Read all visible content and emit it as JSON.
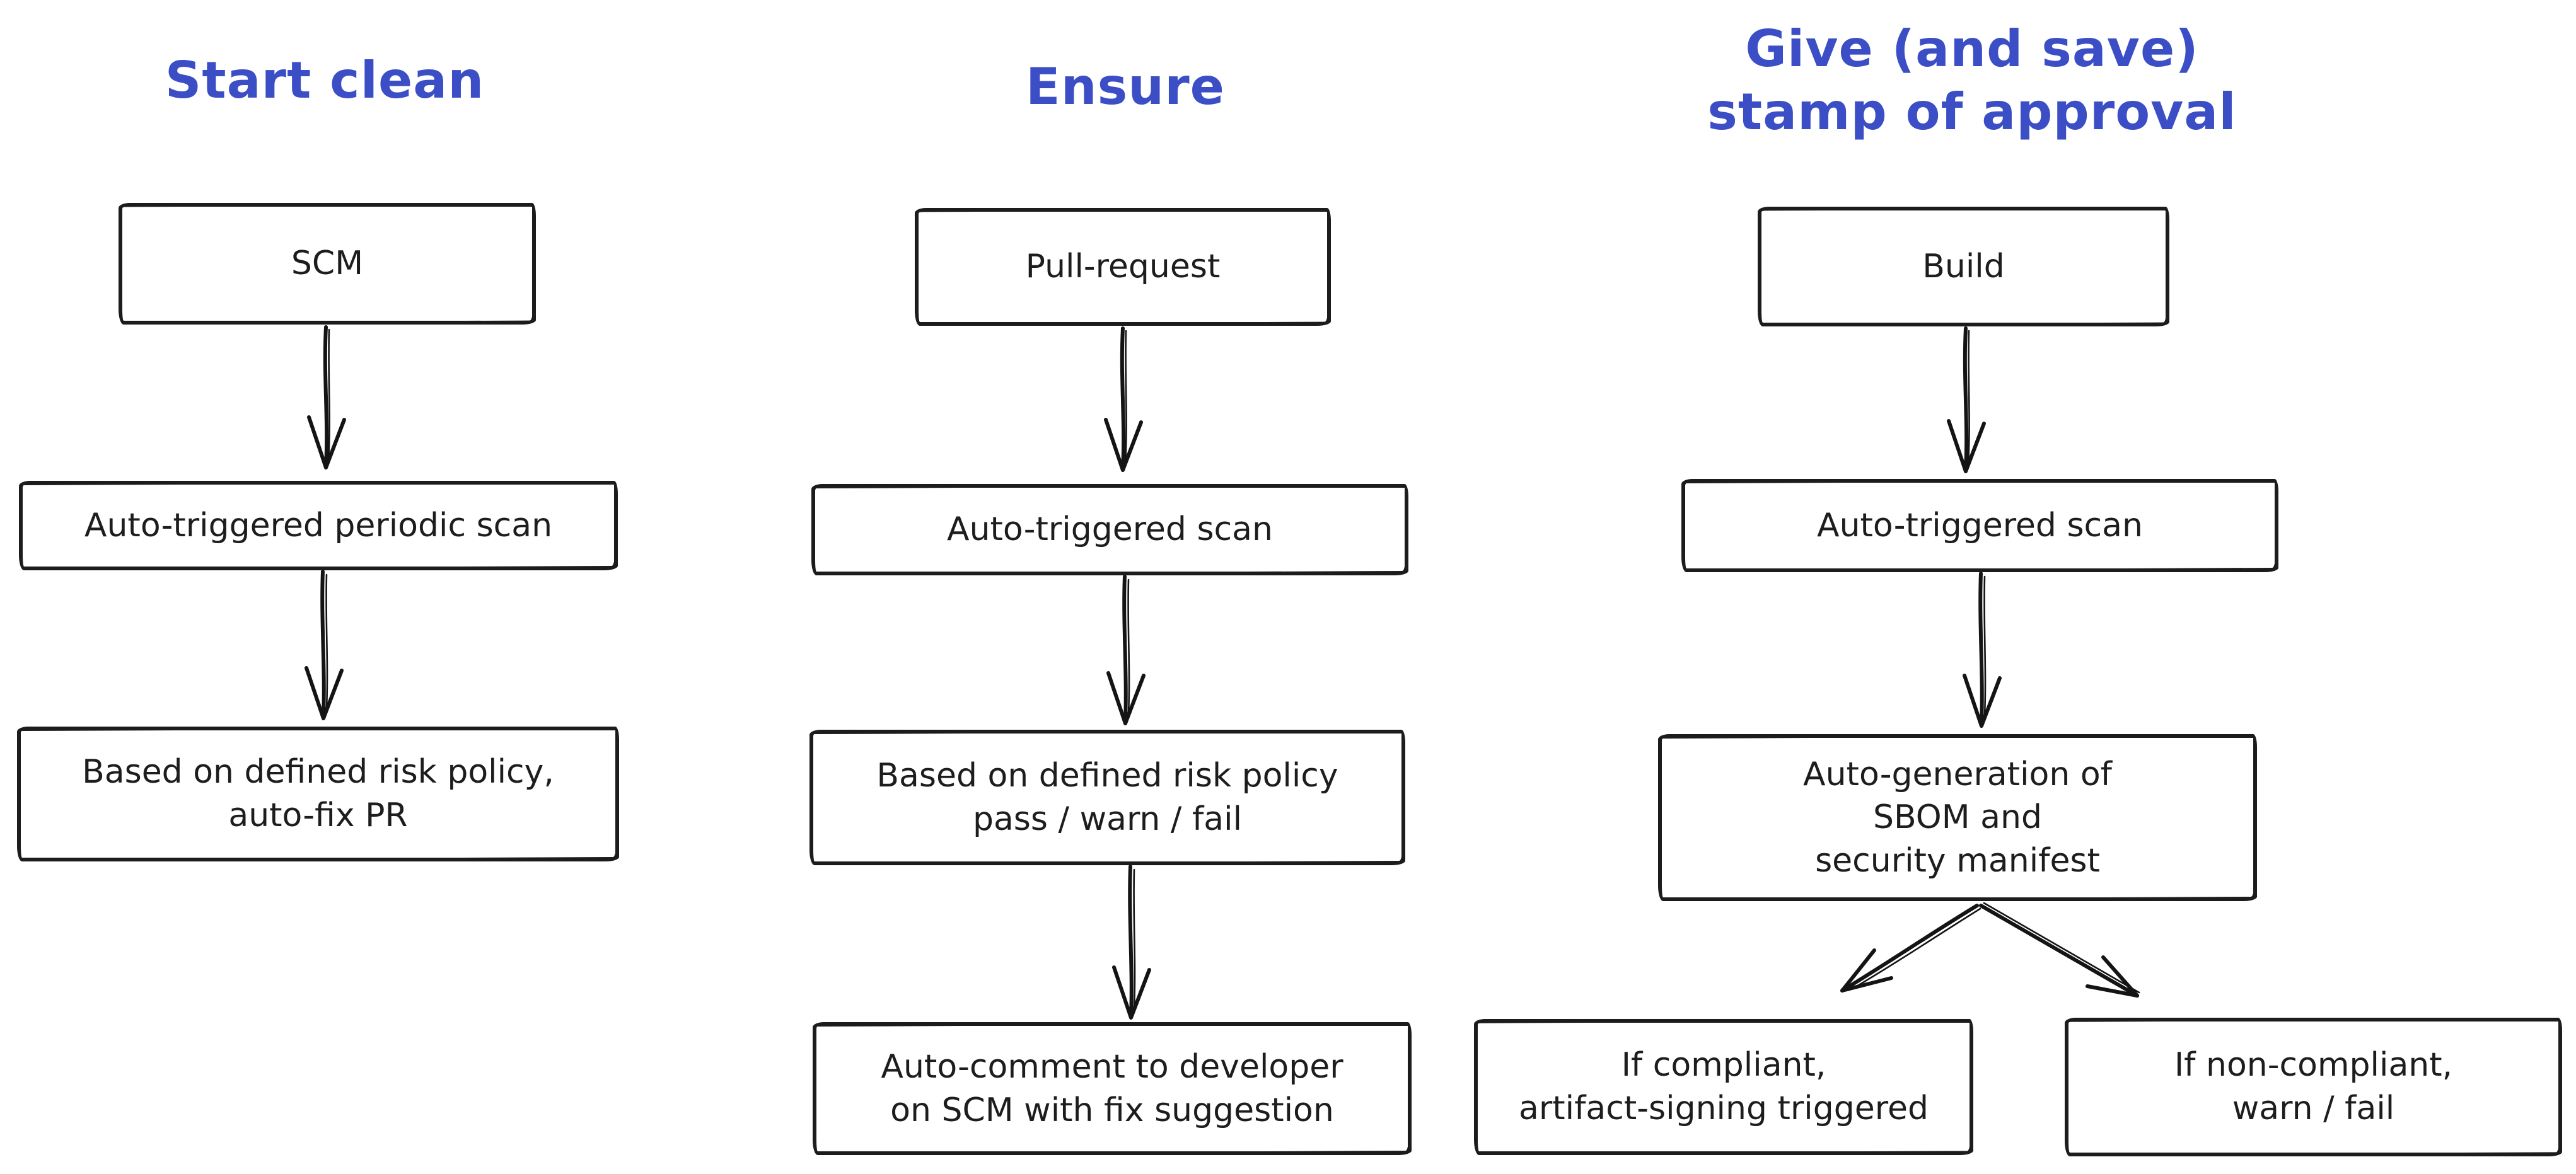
{
  "diagram": {
    "colors": {
      "title_blue": "#3b4ec5",
      "node_stroke": "#1c1c1c",
      "node_text": "#1d1d1d",
      "canvas_background": "#ffffff"
    },
    "lanes": [
      {
        "title": "Start clean",
        "nodes": [
          {
            "label": "SCM"
          },
          {
            "label": "Auto-triggered periodic scan"
          },
          {
            "label": "Based on defined risk policy,\nauto-fix PR"
          }
        ]
      },
      {
        "title": "Ensure",
        "nodes": [
          {
            "label": "Pull-request"
          },
          {
            "label": "Auto-triggered scan"
          },
          {
            "label": "Based on defined risk policy\npass / warn / fail"
          },
          {
            "label": "Auto-comment to developer\non SCM with fix suggestion"
          }
        ]
      },
      {
        "title": "Give (and save)\nstamp of approval",
        "nodes": [
          {
            "label": "Build"
          },
          {
            "label": "Auto-triggered scan"
          },
          {
            "label": "Auto-generation of\nSBOM and\nsecurity manifest"
          },
          {
            "label": "If compliant,\nartifact-signing triggered"
          },
          {
            "label": "If non-compliant,\nwarn / fail"
          }
        ]
      }
    ]
  }
}
